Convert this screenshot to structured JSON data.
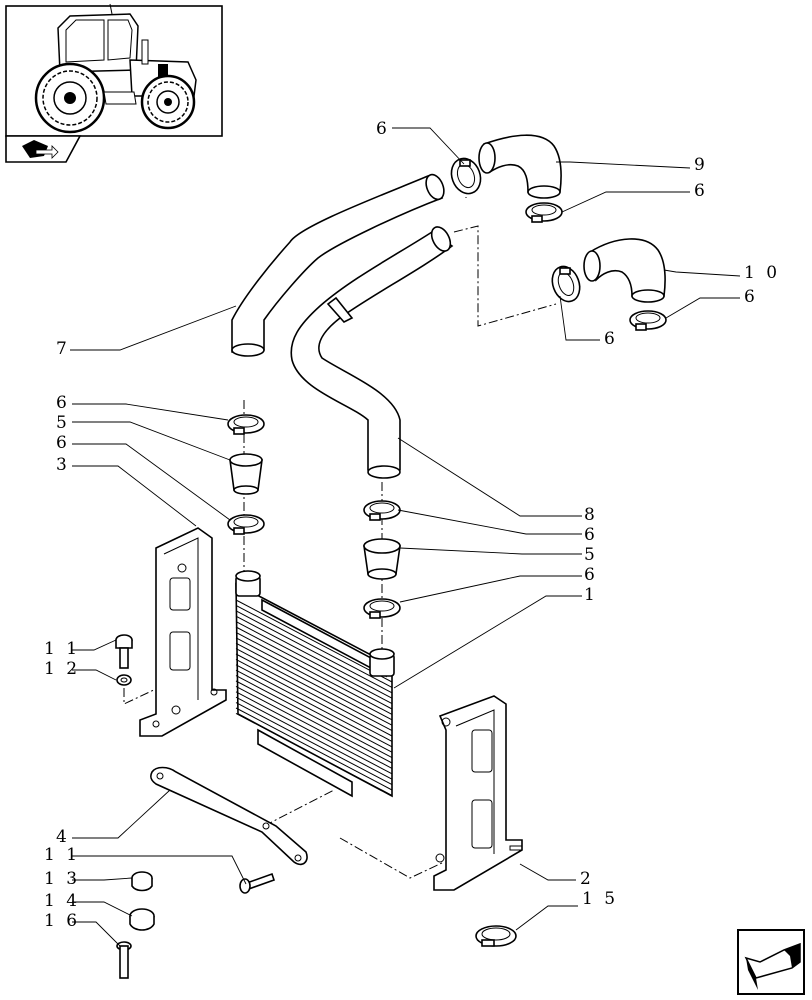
{
  "callouts": [
    {
      "id": "c-6-top",
      "text": "6"
    },
    {
      "id": "c-9",
      "text": "9"
    },
    {
      "id": "c-6-a",
      "text": "6"
    },
    {
      "id": "c-10",
      "text": "1 0"
    },
    {
      "id": "c-6-b",
      "text": "6"
    },
    {
      "id": "c-6-c",
      "text": "6"
    },
    {
      "id": "c-7",
      "text": "7"
    },
    {
      "id": "c-6-left1",
      "text": "6"
    },
    {
      "id": "c-5-left",
      "text": "5"
    },
    {
      "id": "c-6-left2",
      "text": "6"
    },
    {
      "id": "c-3",
      "text": "3"
    },
    {
      "id": "c-8",
      "text": "8"
    },
    {
      "id": "c-6-right1",
      "text": "6"
    },
    {
      "id": "c-5-right",
      "text": "5"
    },
    {
      "id": "c-6-right2",
      "text": "6"
    },
    {
      "id": "c-1",
      "text": "1"
    },
    {
      "id": "c-11-top",
      "text": "1 1"
    },
    {
      "id": "c-12",
      "text": "1 2"
    },
    {
      "id": "c-4",
      "text": "4"
    },
    {
      "id": "c-11-bot",
      "text": "1 1"
    },
    {
      "id": "c-13",
      "text": "1 3"
    },
    {
      "id": "c-14",
      "text": "1 4"
    },
    {
      "id": "c-16",
      "text": "1 6"
    },
    {
      "id": "c-2",
      "text": "2"
    },
    {
      "id": "c-15",
      "text": "1 5"
    }
  ],
  "thumbnail": {
    "icon": "tractor-icon"
  },
  "navigation": {
    "prev_icon": "book-arrow-icon",
    "next_icon": "arrow-back-icon"
  }
}
